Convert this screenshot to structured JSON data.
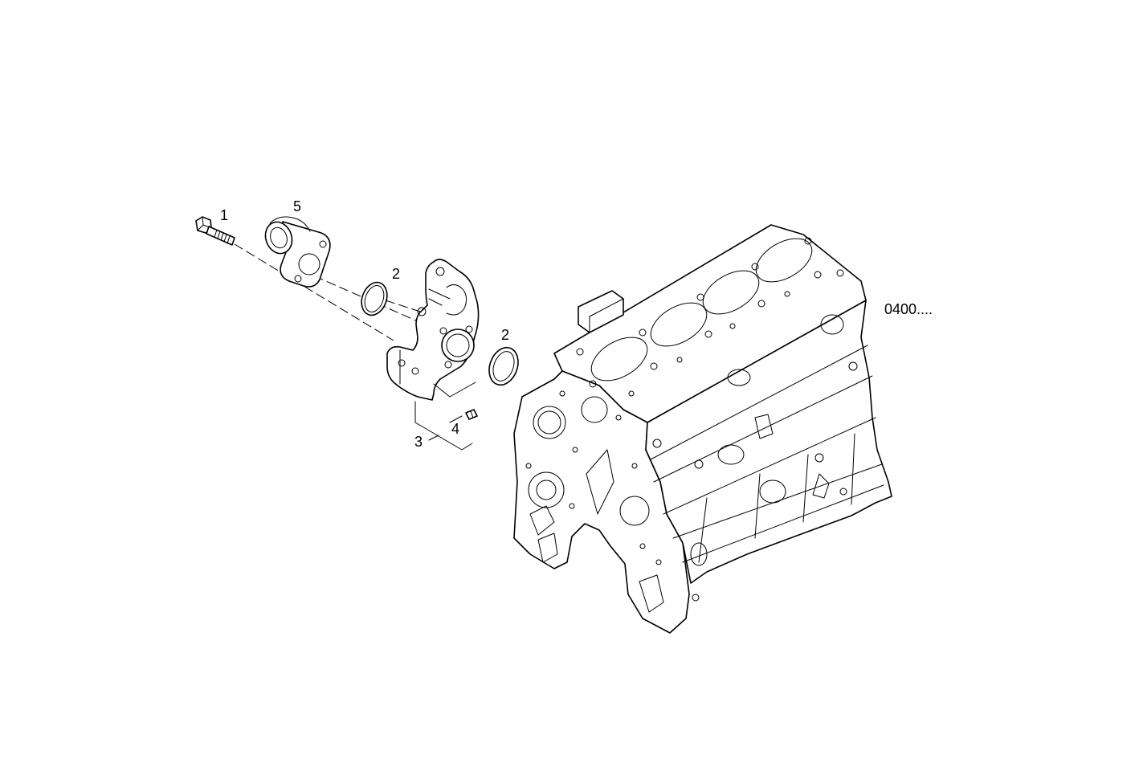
{
  "callouts": {
    "bolt": "1",
    "seal_ring_upper": "2",
    "seal_ring_lower": "2",
    "housing": "3",
    "dowel": "4",
    "flange": "5"
  },
  "group_ref": "0400...."
}
